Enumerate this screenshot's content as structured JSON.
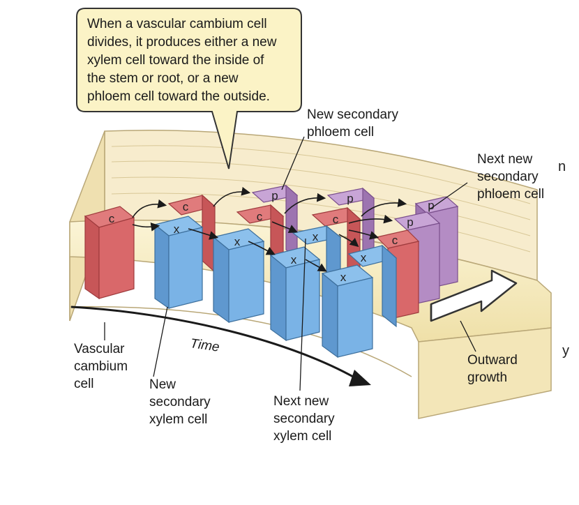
{
  "callout": {
    "lines": [
      "When a vascular cambium cell",
      "divides, it produces either a new",
      "xylem cell toward the inside of",
      "the stem or root, or a new",
      "phloem cell toward the outside."
    ]
  },
  "labels": {
    "new_phloem": [
      "New secondary",
      "phloem cell"
    ],
    "next_phloem": [
      "Next new",
      "secondary",
      "phloem cell"
    ],
    "vascular_cambium": [
      "Vascular",
      "cambium",
      "cell"
    ],
    "new_xylem": [
      "New",
      "secondary",
      "xylem cell"
    ],
    "next_xylem": [
      "Next new",
      "secondary",
      "xylem cell"
    ],
    "time": "Time",
    "outward_growth": [
      "Outward",
      "growth"
    ]
  },
  "cell_letters": {
    "cambium": "c",
    "xylem": "x",
    "phloem": "p"
  },
  "edge_fragments": {
    "left_top": "n",
    "left_bottom": "y"
  },
  "colors": {
    "cambium": "#d9686a",
    "xylem": "#7ab3e6",
    "phloem": "#b48cc4",
    "callout_fill": "#fbf3c6",
    "base": "#f6ebbf"
  }
}
